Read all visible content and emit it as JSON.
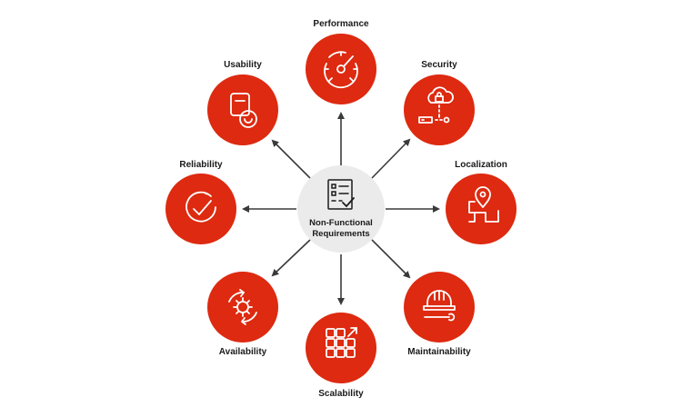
{
  "center": {
    "line1": "Non-Functional",
    "line2": "Requirements",
    "icon": "checklist-icon"
  },
  "nodes": [
    {
      "label": "Performance",
      "icon": "speedometer-icon"
    },
    {
      "label": "Security",
      "icon": "cloud-lock-icon"
    },
    {
      "label": "Localization",
      "icon": "map-pin-icon"
    },
    {
      "label": "Maintainability",
      "icon": "hardhat-wrench-icon"
    },
    {
      "label": "Scalability",
      "icon": "grid-scale-icon"
    },
    {
      "label": "Availability",
      "icon": "gear-cycle-icon"
    },
    {
      "label": "Reliability",
      "icon": "circle-check-icon"
    },
    {
      "label": "Usability",
      "icon": "device-smile-icon"
    }
  ],
  "colors": {
    "node": "#DD2A10",
    "center": "#EBEBEB",
    "arrow": "#3a3a3a",
    "icon": "#ffffff"
  }
}
